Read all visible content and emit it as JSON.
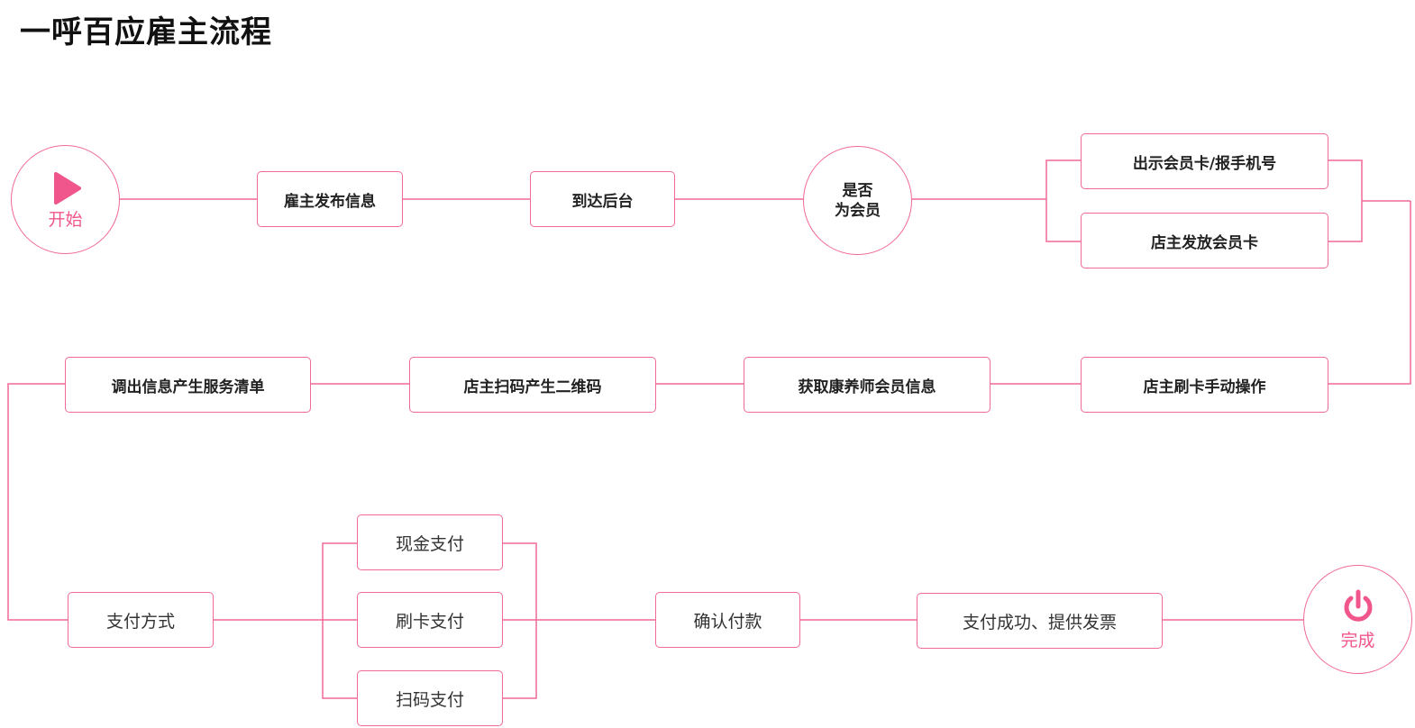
{
  "title": "一呼百应雇主流程",
  "colors": {
    "accent": "#f06a95",
    "icon": "#f0568c",
    "text": "#333333"
  },
  "start": {
    "label": "开始",
    "icon": "play-icon"
  },
  "end": {
    "label": "完成",
    "icon": "power-icon"
  },
  "decision": {
    "line1": "是否",
    "line2": "为会员"
  },
  "steps": {
    "publish": "雇主发布信息",
    "arrive": "到达后台",
    "show_card": "出示会员卡/报手机号",
    "issue_card": "店主发放会员卡",
    "swipe_manual": "店主刷卡手动操作",
    "get_info": "获取康养师会员信息",
    "scan_qr": "店主扫码产生二维码",
    "service_list": "调出信息产生服务清单",
    "payment_method": "支付方式",
    "cash": "现金支付",
    "card": "刷卡支付",
    "qr_pay": "扫码支付",
    "confirm": "确认付款",
    "success": "支付成功、提供发票"
  }
}
